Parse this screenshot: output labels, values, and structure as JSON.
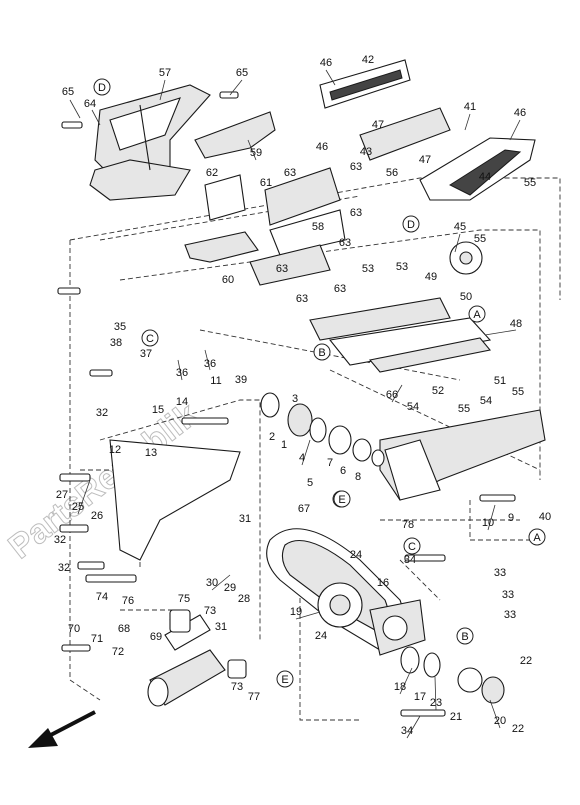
{
  "watermark": "PartsRepublik",
  "labels": [
    "65",
    "64",
    "57",
    "65",
    "46",
    "42",
    "46",
    "47",
    "41",
    "46",
    "43",
    "56",
    "47",
    "44",
    "55",
    "59",
    "63",
    "62",
    "61",
    "63",
    "45",
    "55",
    "63",
    "58",
    "63",
    "60",
    "63",
    "63",
    "53",
    "53",
    "49",
    "63",
    "50",
    "48",
    "35",
    "36",
    "36",
    "38",
    "37",
    "11",
    "39",
    "32",
    "15",
    "14",
    "3",
    "1",
    "2",
    "4",
    "7",
    "6",
    "8",
    "12",
    "13",
    "5",
    "27",
    "25",
    "26",
    "32",
    "31",
    "67",
    "24",
    "30",
    "29",
    "28",
    "32",
    "74",
    "76",
    "75",
    "73",
    "31",
    "19",
    "24",
    "16",
    "18",
    "17",
    "23",
    "21",
    "20",
    "22",
    "22",
    "70",
    "71",
    "72",
    "68",
    "69",
    "73",
    "77",
    "34",
    "33",
    "33",
    "33",
    "66",
    "54",
    "52",
    "55",
    "54",
    "51",
    "55",
    "10",
    "9",
    "40",
    "78",
    "34"
  ],
  "refs": [
    "D",
    "C",
    "B",
    "A",
    "E",
    "C",
    "E",
    "A",
    "B",
    "D",
    "E"
  ]
}
